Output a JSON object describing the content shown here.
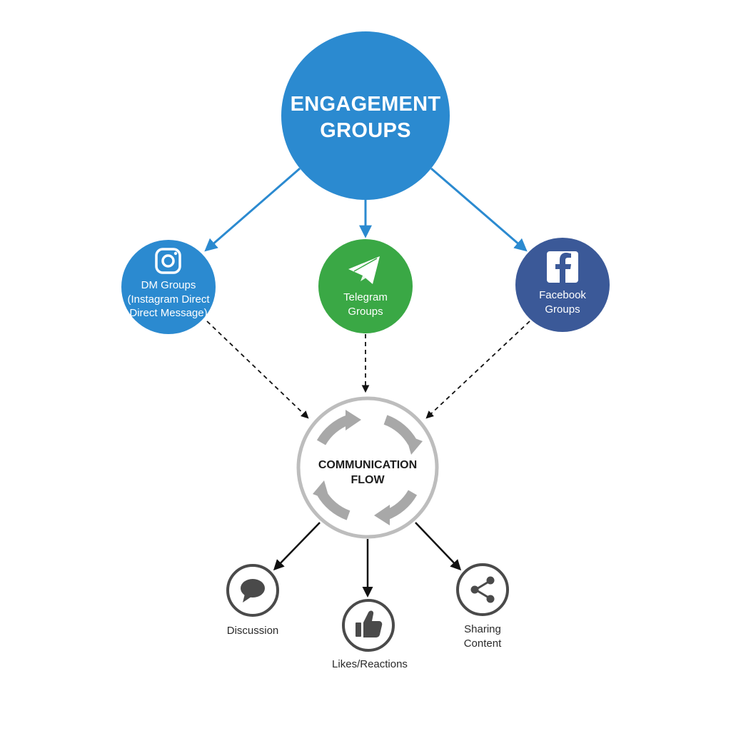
{
  "hub": {
    "title_lines": [
      "ENGAGEMENT",
      "GROUPS"
    ],
    "color": "#2b8ad0"
  },
  "platforms": [
    {
      "id": "dm",
      "label_lines": [
        "DM Groups",
        "(Instagram Direct",
        "Direct Message)"
      ],
      "icon": "instagram-icon",
      "color": "#2b8ad0"
    },
    {
      "id": "telegram",
      "label_lines": [
        "Telegram",
        "Groups"
      ],
      "icon": "telegram-icon",
      "color": "#3aa845"
    },
    {
      "id": "facebook",
      "label_lines": [
        "Facebook",
        "Groups"
      ],
      "icon": "facebook-icon",
      "color": "#3b5998"
    }
  ],
  "flow": {
    "title_lines": [
      "COMMUNICATION",
      "FLOW"
    ],
    "ring_color": "#bdbdbd",
    "arrow_color": "#a8a8a8"
  },
  "actions": [
    {
      "id": "discussion",
      "label_lines": [
        "Discussion"
      ],
      "icon": "speech-bubble-icon"
    },
    {
      "id": "likes",
      "label_lines": [
        "Likes/Reactions"
      ],
      "icon": "thumbs-up-icon"
    },
    {
      "id": "sharing",
      "label_lines": [
        "Sharing",
        "Content"
      ],
      "icon": "share-icon"
    }
  ]
}
